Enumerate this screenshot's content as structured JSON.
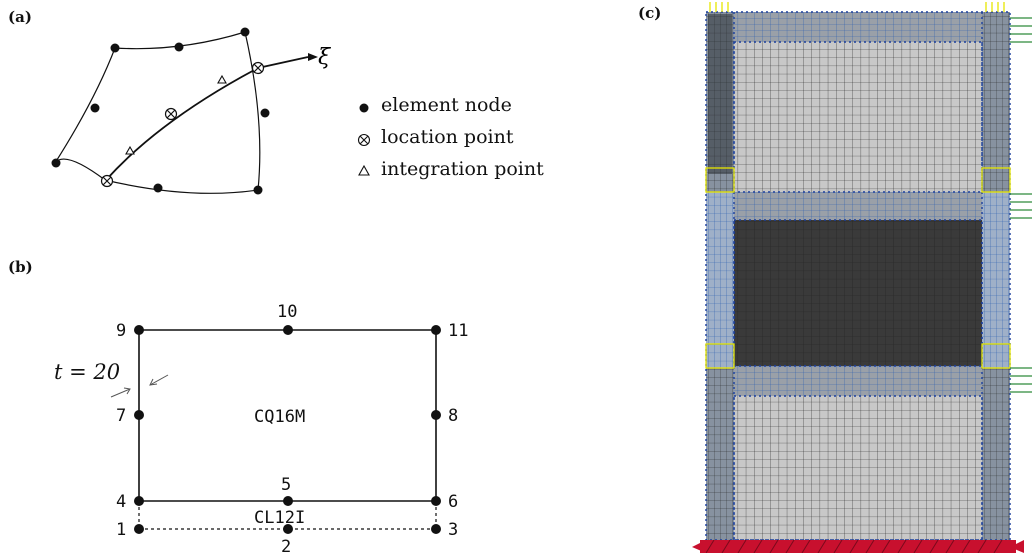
{
  "panels": {
    "a": {
      "label": "(a)",
      "axis_label": "ξ"
    },
    "b": {
      "label": "(b)",
      "thickness_label": "t = 20",
      "upper_element": "CQ16M",
      "lower_element": "CL12I",
      "node_numbers": [
        "1",
        "2",
        "3",
        "4",
        "5",
        "6",
        "7",
        "8",
        "9",
        "10",
        "11"
      ]
    },
    "c": {
      "label": "(c)"
    }
  },
  "legend": {
    "element_node": "element node",
    "location_point": "location point",
    "integration_point": "integration point"
  },
  "colors": {
    "ink": "#111111",
    "mesh_light": "#c8c8c8",
    "mesh_medium": "#9aa0a8",
    "mesh_dark": "#3a3a3a",
    "mesh_column": "#7f8a96",
    "node_blue": "#1a3f9e",
    "interface_blue": "#4a8ad8",
    "support_red": "#c8102e",
    "load_yellow": "#e6e600",
    "load_green": "#2e8b3a"
  }
}
